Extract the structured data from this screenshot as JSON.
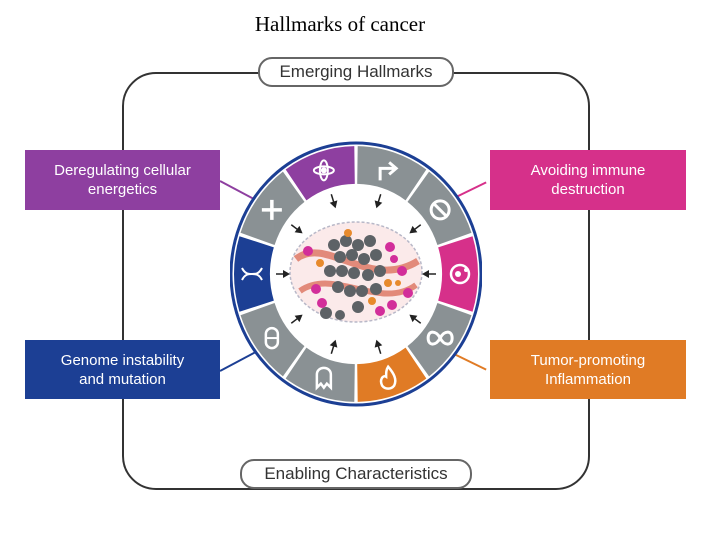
{
  "title": "Hallmarks of cancer",
  "top_label": "Emerging Hallmarks",
  "bottom_label": "Enabling Characteristics",
  "boxes": {
    "top_left": {
      "line1": "Deregulating cellular",
      "line2": "energetics",
      "color": "#8e3fa0"
    },
    "top_right": {
      "line1": "Avoiding immune",
      "line2": "destruction",
      "color": "#d6308a"
    },
    "bottom_left": {
      "line1": "Genome instability",
      "line2": "and mutation",
      "color": "#1c3f94"
    },
    "bottom_right": {
      "line1": "Tumor-promoting",
      "line2": "Inflammation",
      "color": "#e07b25"
    }
  },
  "colors": {
    "gray_segment": "#8a9194",
    "ring_outline": "#1c3f94",
    "frame": "#333333"
  },
  "icons": [
    "growth-arrow-icon",
    "stop-icon",
    "cell-attack-icon",
    "infinity-icon",
    "flame-icon",
    "ghost-icon",
    "capsule-icon",
    "dna-scribble-icon",
    "plus-icon",
    "atom-icon"
  ]
}
